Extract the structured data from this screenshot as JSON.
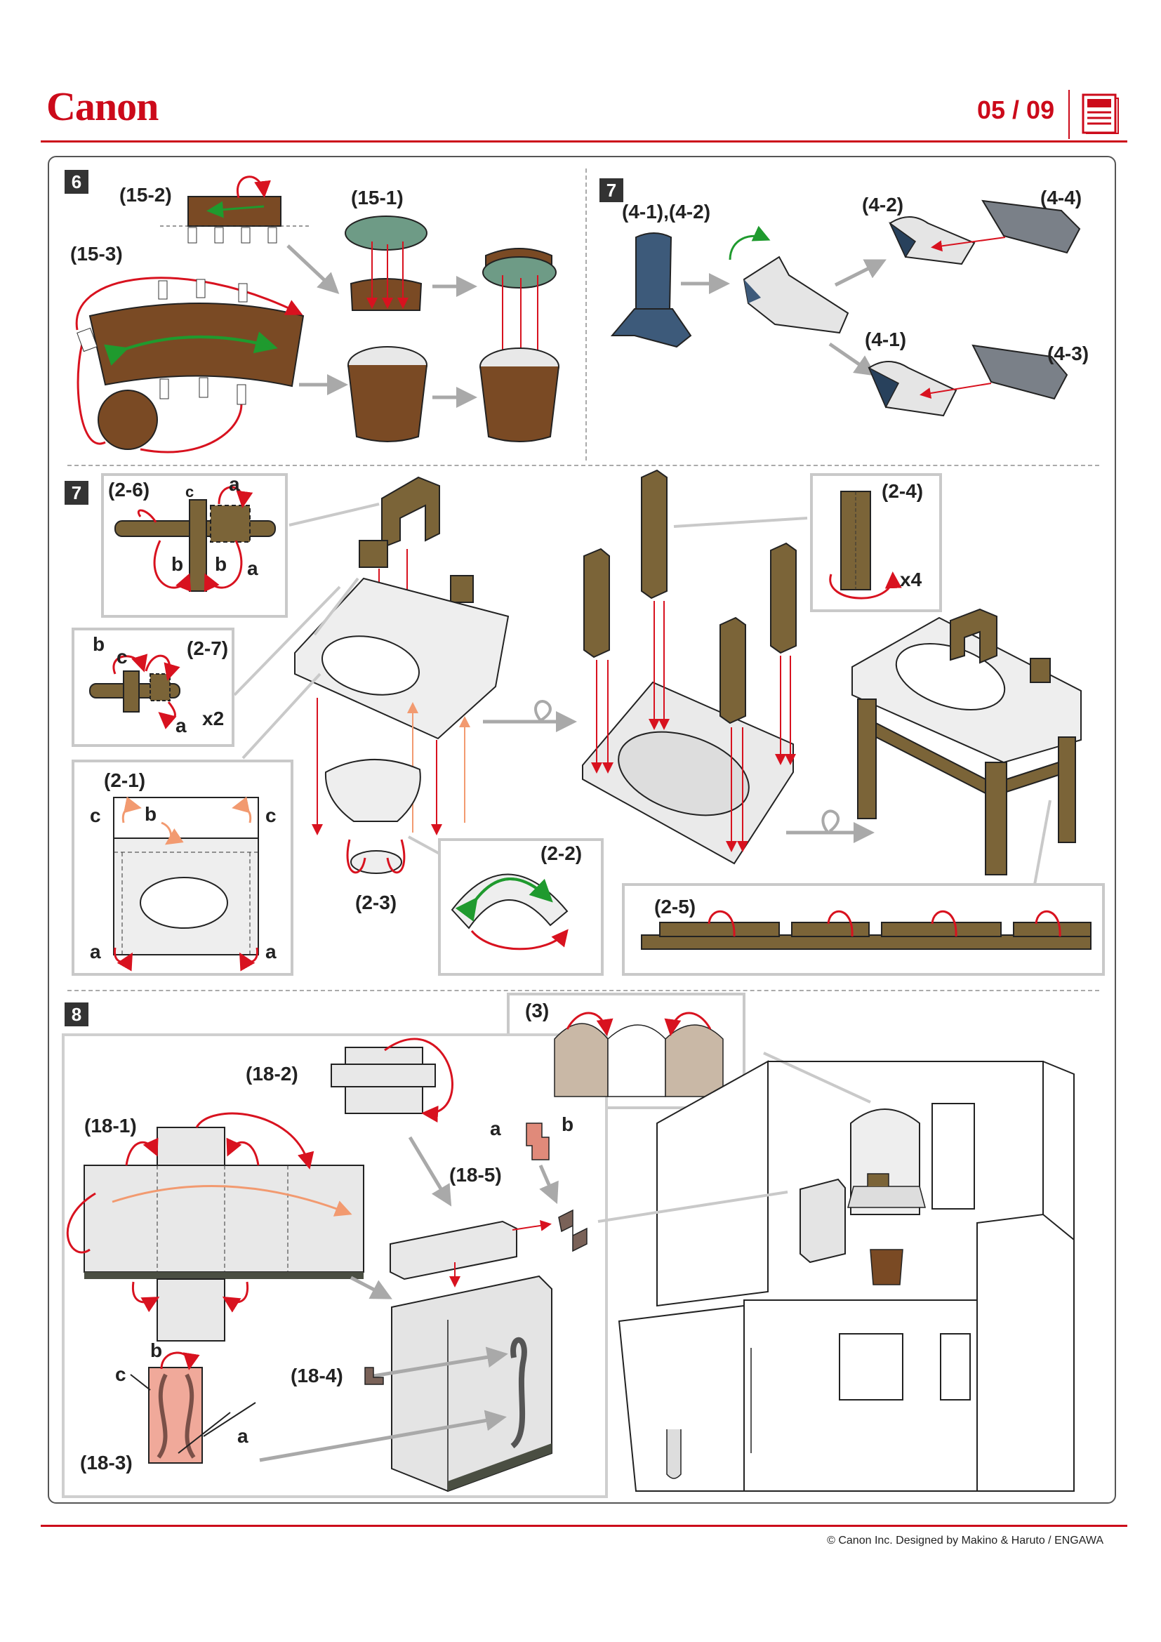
{
  "header": {
    "brand": "Canon",
    "page": "05 / 09"
  },
  "steps": {
    "s6": "6",
    "s7a": "7",
    "s7b": "7",
    "s8": "8"
  },
  "labels": {
    "p15_2": "(15-2)",
    "p15_1": "(15-1)",
    "p15_3": "(15-3)",
    "p4_12": "(4-1),(4-2)",
    "p4_2": "(4-2)",
    "p4_4": "(4-4)",
    "p4_1": "(4-1)",
    "p4_3": "(4-3)",
    "p2_6": "(2-6)",
    "p2_7": "(2-7)",
    "p2_4": "(2-4)",
    "p2_1": "(2-1)",
    "p2_2": "(2-2)",
    "p2_3": "(2-3)",
    "p2_5": "(2-5)",
    "p3": "(3)",
    "p18_2": "(18-2)",
    "p18_1": "(18-1)",
    "p18_5": "(18-5)",
    "p18_4": "(18-4)",
    "p18_3": "(18-3)",
    "x2": "x2",
    "x4": "x4",
    "a": "a",
    "b": "b",
    "c": "c"
  },
  "footer": {
    "credit": "© Canon Inc. Designed by Makino & Haruto / ENGAWA"
  },
  "colors": {
    "brand_red": "#cc0a1a",
    "arrow_red": "#d8121f",
    "fold_green": "#1f9a2e",
    "brown": "#7a4a24",
    "olive_brown": "#7b6438",
    "slate_blue": "#3d5a7a",
    "grey_panel": "#7a8088"
  }
}
